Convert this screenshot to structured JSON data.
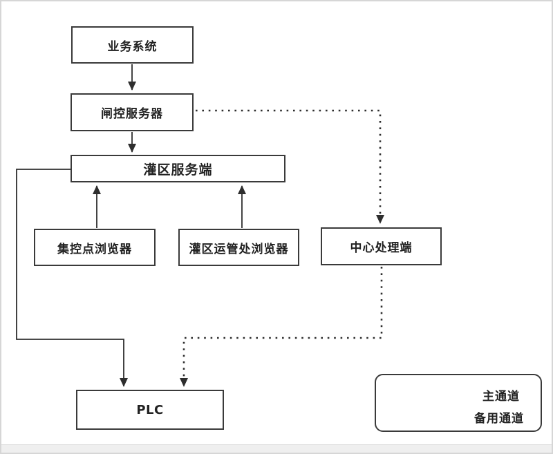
{
  "diagram": {
    "type": "flowchart",
    "nodes": [
      {
        "id": "business-system",
        "label": "业务系统"
      },
      {
        "id": "gate-control-server",
        "label": "闸控服务器"
      },
      {
        "id": "irrigation-area-server",
        "label": "灌区服务端"
      },
      {
        "id": "control-point-browser",
        "label": "集控点浏览器"
      },
      {
        "id": "irrigation-ops-browser",
        "label": "灌区运管处浏览器"
      },
      {
        "id": "central-processing-end",
        "label": "中心处理端"
      },
      {
        "id": "plc",
        "label": "PLC"
      }
    ],
    "edges": [
      {
        "from": "业务系统",
        "to": "闸控服务器",
        "type": "主通道"
      },
      {
        "from": "闸控服务器",
        "to": "灌区服务端",
        "type": "主通道"
      },
      {
        "from": "集控点浏览器",
        "to": "灌区服务端",
        "type": "主通道"
      },
      {
        "from": "灌区运管处浏览器",
        "to": "灌区服务端",
        "type": "主通道"
      },
      {
        "from": "灌区服务端",
        "to": "PLC",
        "type": "主通道"
      },
      {
        "from": "闸控服务器",
        "to": "中心处理端",
        "type": "备用通道"
      },
      {
        "from": "中心处理端",
        "to": "PLC",
        "type": "备用通道"
      }
    ],
    "legend": {
      "items": [
        {
          "line_style": "solid",
          "label": "主通道"
        },
        {
          "line_style": "dotted",
          "label": "备用通道"
        }
      ]
    },
    "colors": {
      "line": "#2e2e2e",
      "box_border": "#3a3a3a",
      "text": "#222222",
      "background": "#ffffff",
      "frame": "#d6d6d6"
    }
  }
}
